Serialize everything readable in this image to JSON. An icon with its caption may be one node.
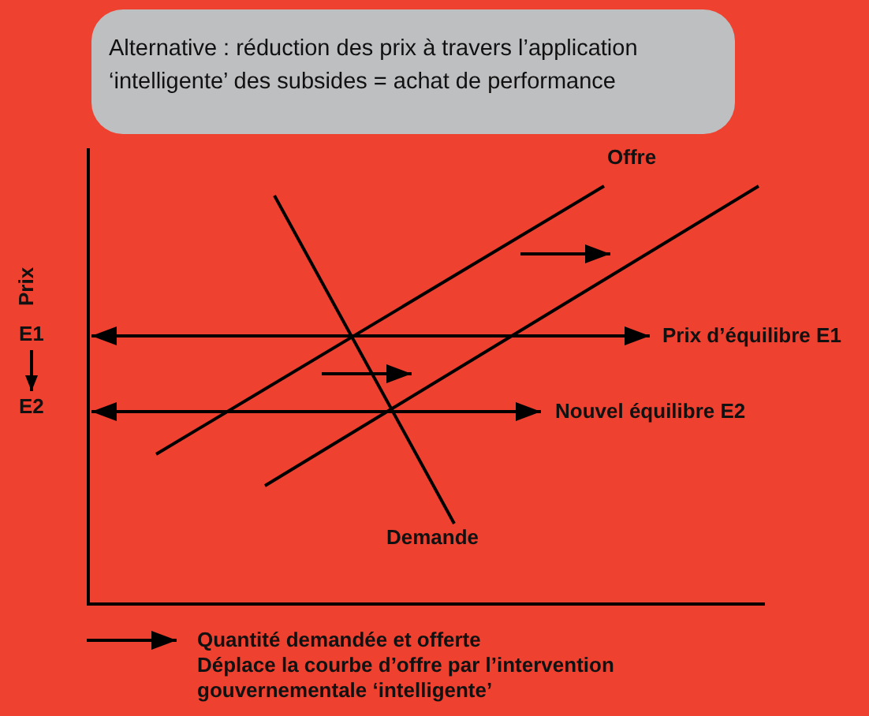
{
  "diagram": {
    "nodes": [
      {
        "text": [
          "Alternative : réduction des prix à travers l’application ‘intelligente’ des subsides = achat de performance"
        ]
      }
    ],
    "labels": [
      "Offre",
      "Prix",
      "E1",
      "Prix d’équilibre E1",
      "E2",
      "Nouvel équilibre E2",
      "Demande",
      "Déplace la courbe d’offre par l’intervention gouvernementale ‘intelligente’"
    ],
    "legend": [
      {
        "text": "Quantité demandée et offerte"
      }
    ]
  }
}
